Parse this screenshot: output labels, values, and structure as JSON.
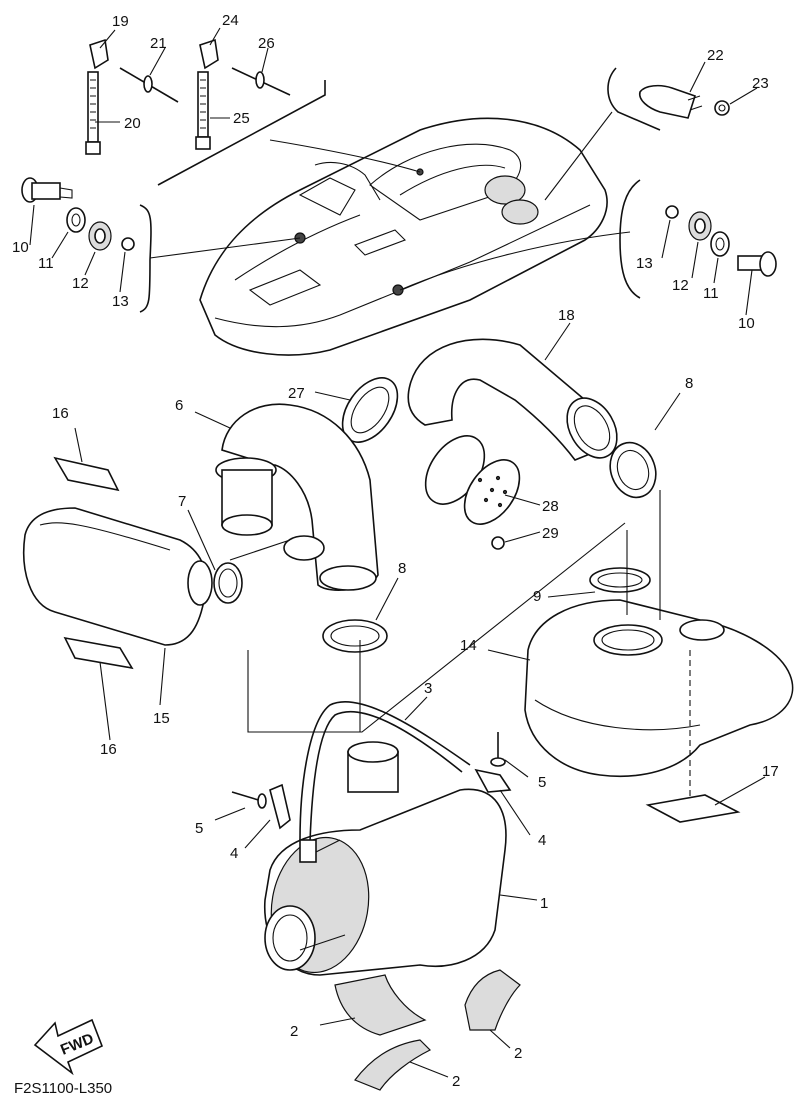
{
  "drawing_code": "F2S1100-L350",
  "fwd_label": "FWD",
  "callouts": [
    {
      "id": "c1",
      "label": "1"
    },
    {
      "id": "c2a",
      "label": "2"
    },
    {
      "id": "c2b",
      "label": "2"
    },
    {
      "id": "c2c",
      "label": "2"
    },
    {
      "id": "c3",
      "label": "3"
    },
    {
      "id": "c4a",
      "label": "4"
    },
    {
      "id": "c4b",
      "label": "4"
    },
    {
      "id": "c5a",
      "label": "5"
    },
    {
      "id": "c5b",
      "label": "5"
    },
    {
      "id": "c6",
      "label": "6"
    },
    {
      "id": "c7",
      "label": "7"
    },
    {
      "id": "c8a",
      "label": "8"
    },
    {
      "id": "c8b",
      "label": "8"
    },
    {
      "id": "c9",
      "label": "9"
    },
    {
      "id": "c10a",
      "label": "10"
    },
    {
      "id": "c10b",
      "label": "10"
    },
    {
      "id": "c11a",
      "label": "11"
    },
    {
      "id": "c11b",
      "label": "11"
    },
    {
      "id": "c12a",
      "label": "12"
    },
    {
      "id": "c12b",
      "label": "12"
    },
    {
      "id": "c13a",
      "label": "13"
    },
    {
      "id": "c13b",
      "label": "13"
    },
    {
      "id": "c14",
      "label": "14"
    },
    {
      "id": "c15",
      "label": "15"
    },
    {
      "id": "c16a",
      "label": "16"
    },
    {
      "id": "c16b",
      "label": "16"
    },
    {
      "id": "c17",
      "label": "17"
    },
    {
      "id": "c18",
      "label": "18"
    },
    {
      "id": "c19",
      "label": "19"
    },
    {
      "id": "c20",
      "label": "20"
    },
    {
      "id": "c21",
      "label": "21"
    },
    {
      "id": "c22",
      "label": "22"
    },
    {
      "id": "c23",
      "label": "23"
    },
    {
      "id": "c24",
      "label": "24"
    },
    {
      "id": "c25",
      "label": "25"
    },
    {
      "id": "c26",
      "label": "26"
    },
    {
      "id": "c27",
      "label": "27"
    },
    {
      "id": "c28",
      "label": "28"
    },
    {
      "id": "c29",
      "label": "29"
    }
  ]
}
